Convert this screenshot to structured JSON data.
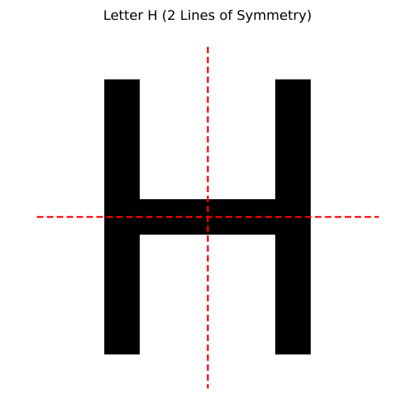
{
  "title": "Letter H (2 Lines of Symmetry)",
  "figure": {
    "letter": "H",
    "fill_color": "#000000",
    "line_color": "#ff0000",
    "line_style": "dashed",
    "symmetry_lines": [
      {
        "orientation": "vertical"
      },
      {
        "orientation": "horizontal"
      }
    ]
  }
}
